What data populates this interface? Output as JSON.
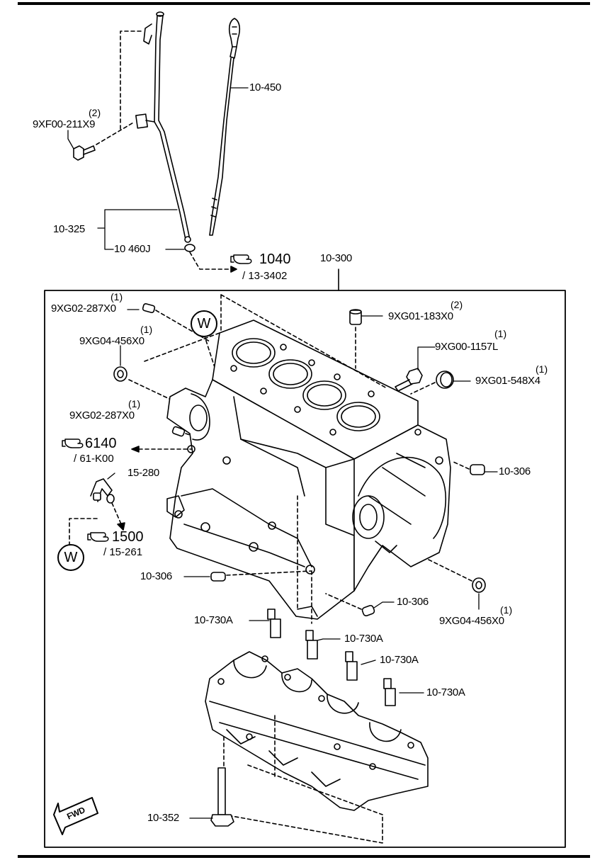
{
  "parts": {
    "bolt_9xf00": {
      "code": "9XF00-211X9",
      "qty": "(2)"
    },
    "dipstick": {
      "code": "10-450"
    },
    "guide_tube": {
      "code": "10-325"
    },
    "oring_10460": {
      "code": "10 460J"
    },
    "block": {
      "code": "10-300"
    },
    "pin_9xg02_a": {
      "code": "9XG02-287X0",
      "qty": "(1)"
    },
    "plug_9xg04_a": {
      "code": "9XG04-456X0",
      "qty": "(1)"
    },
    "pin_9xg02_b": {
      "code": "9XG02-287X0",
      "qty": "(1)"
    },
    "pin_9xg01_183": {
      "code": "9XG01-183X0",
      "qty": "(2)"
    },
    "bolt_9xg00_1157": {
      "code": "9XG00-1157L",
      "qty": "(1)"
    },
    "plug_9xg01_548": {
      "code": "9XG01-548X4",
      "qty": "(1)"
    },
    "dowel_306_a": {
      "code": "10-306"
    },
    "pipe_15280": {
      "code": "15-280"
    },
    "dowel_306_b": {
      "code": "10-306"
    },
    "dowel_306_c": {
      "code": "10-306"
    },
    "plug_9xg04_b": {
      "code": "9XG04-456X0",
      "qty": "(1)"
    },
    "stud_730_a": {
      "code": "10-730A"
    },
    "stud_730_b": {
      "code": "10-730A"
    },
    "stud_730_c": {
      "code": "10-730A"
    },
    "stud_730_d": {
      "code": "10-730A"
    },
    "bolt_10352": {
      "code": "10-352"
    }
  },
  "references": {
    "r1040": {
      "num": "1040",
      "sub": "/ 13-3402"
    },
    "r6140": {
      "num": "6140",
      "sub": "/ 61-K00"
    },
    "r1500": {
      "num": "1500",
      "sub": "/ 15-261"
    }
  },
  "markers": {
    "w_top": "W",
    "w_bottom": "W"
  },
  "fwd": "FWD"
}
